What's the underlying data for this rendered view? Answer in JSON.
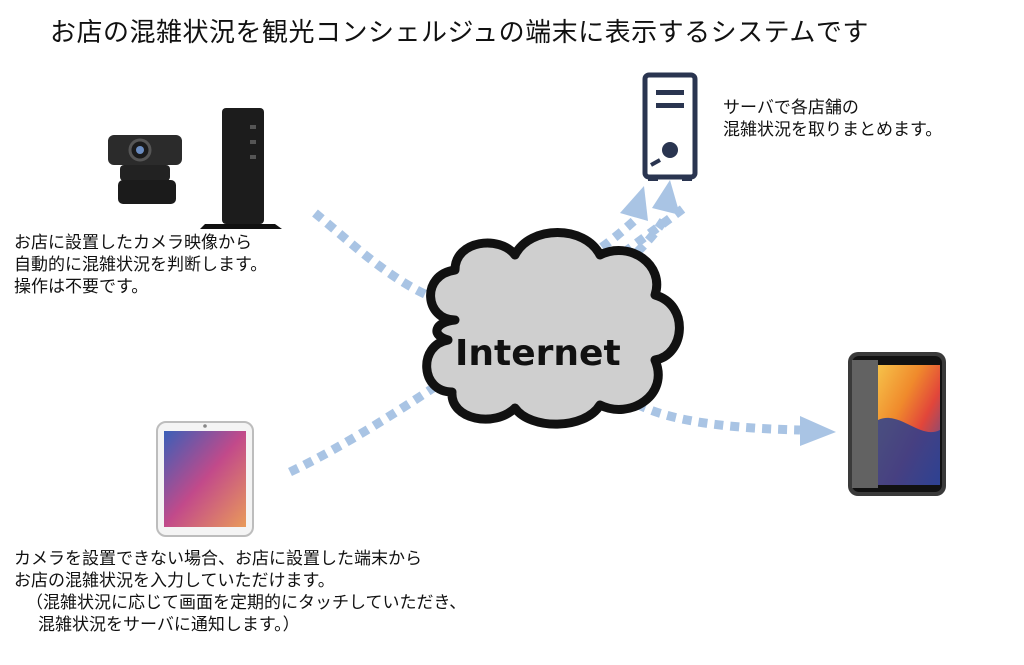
{
  "title": "お店の混雑状況を観光コンシェルジュの端末に表示するシステムです",
  "internet_label": "Internet",
  "captions": {
    "camera": [
      "お店に設置したカメラ映像から",
      "自動的に混雑状況を判断します。",
      "操作は不要です。"
    ],
    "server": [
      "サーバで各店舗の",
      "混雑状況を取りまとめます。"
    ],
    "tablet": [
      "カメラを設置できない場合、お店に設置した端末から",
      "お店の混雑状況を入力していただけます。",
      "（混雑状況に応じて画面を定期的にタッチしていただき、",
      "混雑状況をサーバに通知します。）"
    ]
  },
  "colors": {
    "arrow": "#a9c4e4",
    "cloud_fill": "#cfcfcf",
    "cloud_stroke": "#111111"
  },
  "icons": [
    "webcam-icon",
    "mini-pc-icon",
    "server-icon",
    "cloud-icon",
    "smartphone-icon",
    "tablet-icon"
  ]
}
